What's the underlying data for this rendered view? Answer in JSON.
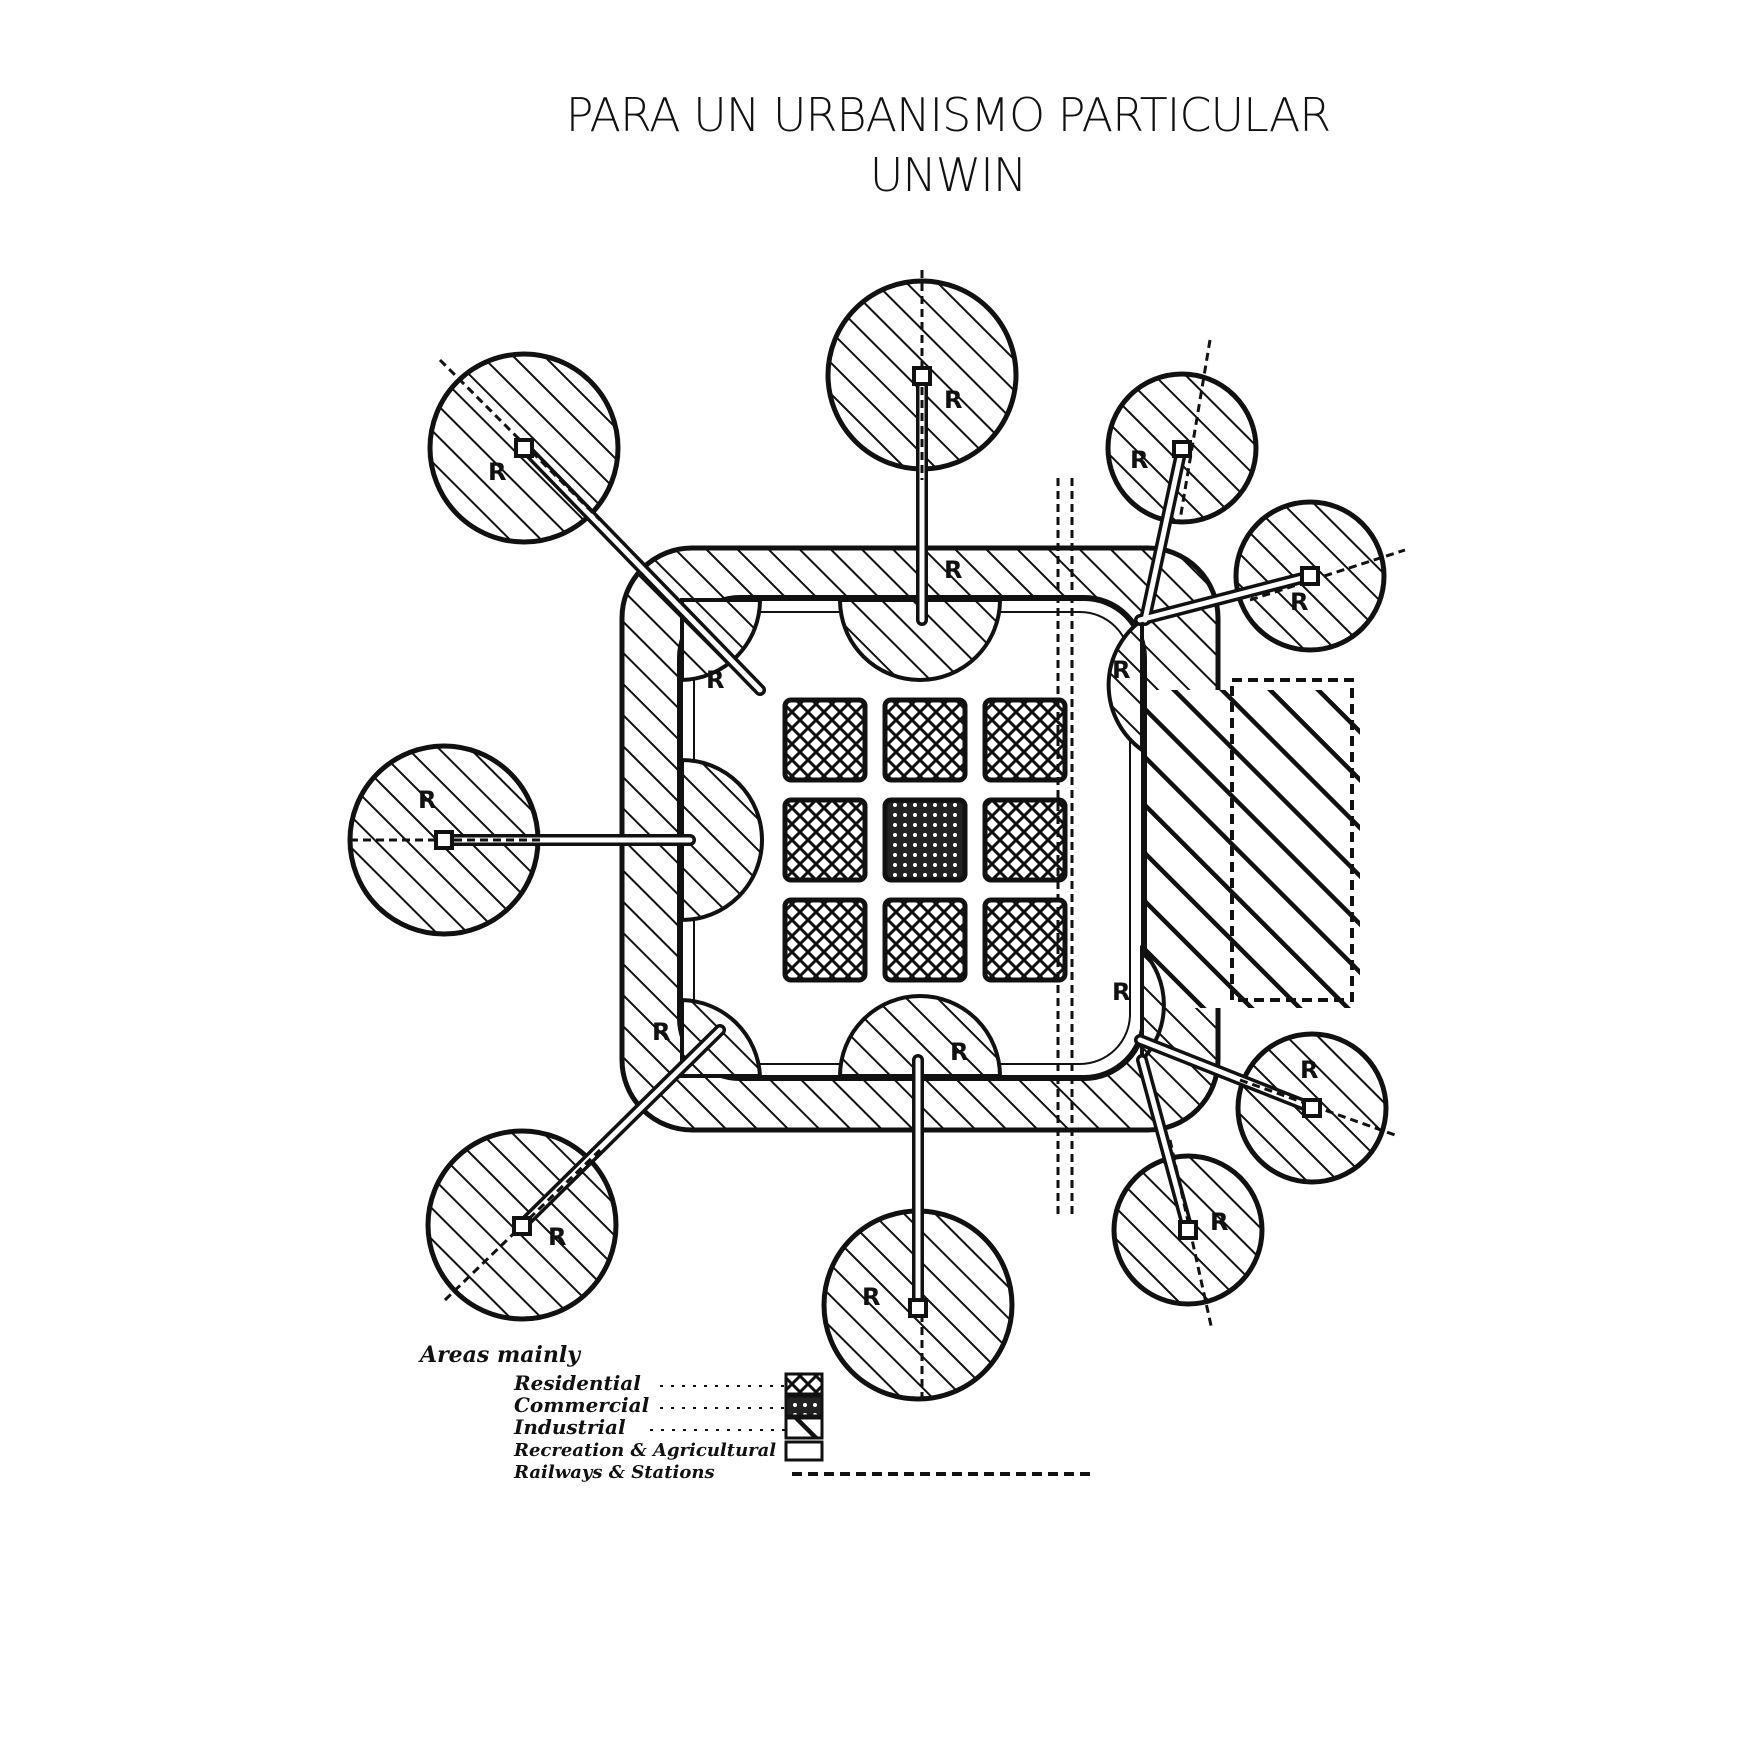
{
  "header": {
    "title_line1": "PARA UN URBANISMO PARTICULAR",
    "title_line2": "UNWIN"
  },
  "legend": {
    "heading": "Areas mainly",
    "items": [
      {
        "label": "Residential",
        "swatch": "residential"
      },
      {
        "label": "Commercial",
        "swatch": "commercial"
      },
      {
        "label": "Industrial",
        "swatch": "industrial"
      },
      {
        "label": "Recreation & Agricultural",
        "swatch": "recreation"
      },
      {
        "label": "Railways & Stations",
        "swatch": "railway"
      }
    ]
  },
  "marks": {
    "residential_letter": "R"
  },
  "colors": {
    "ink": "#111111",
    "paper": "#ffffff"
  }
}
